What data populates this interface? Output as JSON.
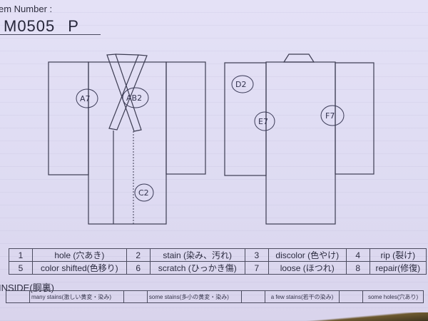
{
  "header": {
    "item_label": "em Number :",
    "item_number": "M0505",
    "item_suffix": "P"
  },
  "diagram": {
    "front_view": {
      "marks": [
        {
          "id": "A",
          "grade": "7",
          "label": "A7"
        },
        {
          "id": "B",
          "grade": "2",
          "label": "AB2"
        },
        {
          "id": "C",
          "grade": "2",
          "label": "C2"
        }
      ]
    },
    "back_view": {
      "marks": [
        {
          "id": "D",
          "grade": "2",
          "label": "D2"
        },
        {
          "id": "E",
          "grade": "7",
          "label": "E7"
        },
        {
          "id": "F",
          "grade": "7",
          "label": "F7"
        }
      ]
    }
  },
  "legend": {
    "rows": [
      [
        {
          "num": "1",
          "label": "hole (穴あき)"
        },
        {
          "num": "2",
          "label": "stain (染み、汚れ)"
        },
        {
          "num": "3",
          "label": "discolor (色やけ)"
        },
        {
          "num": "4",
          "label": "rip (裂け)"
        }
      ],
      [
        {
          "num": "5",
          "label": "color shifted(色移り)"
        },
        {
          "num": "6",
          "label": "scratch (ひっかき傷)"
        },
        {
          "num": "7",
          "label": "loose (ほつれ)"
        },
        {
          "num": "8",
          "label": "repair(修復)"
        }
      ]
    ]
  },
  "inside": {
    "title": "INSIDE(胴裏)",
    "options": [
      {
        "label": "many stains(激しい黄変・染み)"
      },
      {
        "label": "some stains(多小の黄変・染み)"
      },
      {
        "label": "a few stains(若干の染み)"
      },
      {
        "label": "some holes(穴あり)"
      }
    ]
  }
}
